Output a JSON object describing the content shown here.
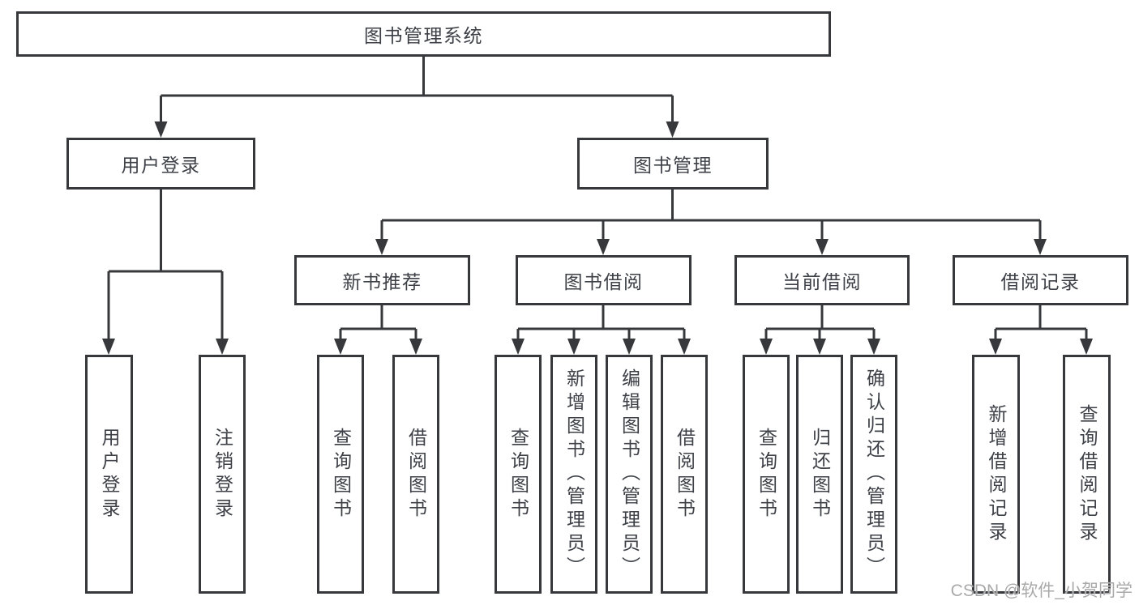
{
  "diagram_type": "hierarchy-tree",
  "tree": {
    "root": {
      "label": "图书管理系统"
    },
    "children": [
      {
        "label": "用户登录",
        "children": [
          {
            "label": "用户登录"
          },
          {
            "label": "注销登录"
          }
        ]
      },
      {
        "label": "图书管理",
        "children": [
          {
            "label": "新书推荐",
            "children": [
              {
                "label": "查询图书"
              },
              {
                "label": "借阅图书"
              }
            ]
          },
          {
            "label": "图书借阅",
            "children": [
              {
                "label": "查询图书"
              },
              {
                "label": "新增图书（管理员）"
              },
              {
                "label": "编辑图书（管理员）"
              },
              {
                "label": "借阅图书"
              }
            ]
          },
          {
            "label": "当前借阅",
            "children": [
              {
                "label": "查询图书"
              },
              {
                "label": "归还图书"
              },
              {
                "label": "确认归还（管理员）"
              }
            ]
          },
          {
            "label": "借阅记录",
            "children": [
              {
                "label": "新增借阅记录"
              },
              {
                "label": "查询借阅记录"
              }
            ]
          }
        ]
      }
    ]
  },
  "watermark": "CSDN @软件_小贺同学",
  "colors": {
    "line": "#36383b",
    "text": "#3d4147",
    "background": "#ffffff",
    "watermark": "#a9a9a9"
  }
}
